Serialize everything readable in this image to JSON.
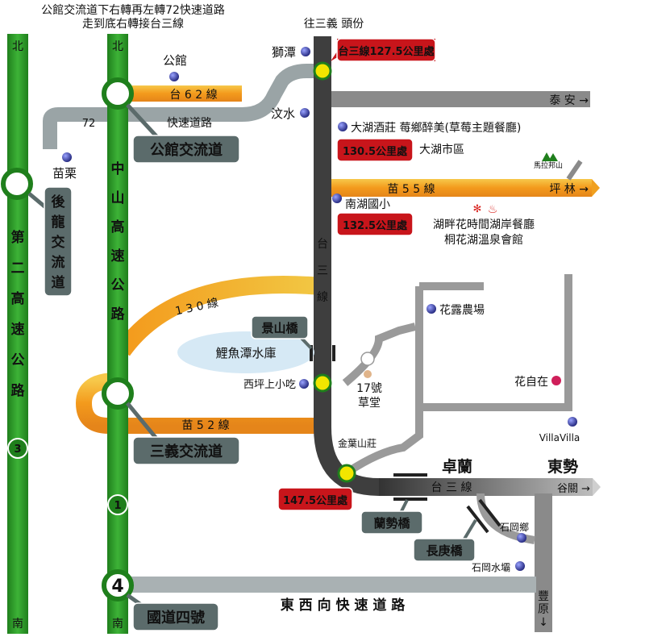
{
  "colors": {
    "freeway_green": "#2e9b2a",
    "freeway_edge": "#145e12",
    "road_gray": "#8a8a8a",
    "road_dark": "#3c3c3c",
    "road_orange": "#f39a1c",
    "callout_red": "#c8151b",
    "callout_gray": "#5b6b6b",
    "poi_blue": "#2a2f9a",
    "junction_yellow": "#f2e600",
    "lake_blue": "#d6e9f5",
    "pink_poi": "#cf1f5a"
  },
  "notes": {
    "line1": "公館交流道下右轉再左轉72快速道路",
    "line2": "走到底右轉接台三線"
  },
  "freeways": {
    "second": {
      "north": "北",
      "south": "南",
      "name_chars": [
        "第",
        "二",
        "高",
        "速",
        "公",
        "路"
      ],
      "shield": "3"
    },
    "zhongshan": {
      "north": "北",
      "south": "南",
      "name_chars": [
        "中",
        "山",
        "高",
        "速",
        "公",
        "路"
      ],
      "shield": "1"
    },
    "national4_shield": "4"
  },
  "roads": {
    "r62": "台 6 2 線",
    "r72": "72",
    "expressway": "快速道路",
    "taian": "泰 安 →",
    "r55": "苗 5 5 線",
    "pinglin": "坪 林 →",
    "r130": "1 3 0 線",
    "r52": "苗 5 2 線",
    "taisan_h": "台 三 線",
    "taisan_v": [
      "台",
      "三",
      "線"
    ],
    "guguan": "谷關 →",
    "dongxi": "東 西 向 快 速 道 路",
    "fengyuan": [
      "豐",
      "原",
      "↓"
    ],
    "to_north": "往三義 頭份"
  },
  "callouts": {
    "km1275": "台三線127.5公里處",
    "km1305": "130.5公里處",
    "km1325": "132.5公里處",
    "km1475": "147.5公里處",
    "gongguan_ic": "公館交流道",
    "houlong_ic": [
      "後",
      "龍",
      "交",
      "流",
      "道"
    ],
    "sanyi_ic": "三義交流道",
    "jingshan": "景山橋",
    "lanshi": "蘭勢橋",
    "changgeng": "長庚橋",
    "national4": "國道四號"
  },
  "places": {
    "gongguan": "公館",
    "shitan": "獅潭",
    "wenshui": "汶水",
    "miaoli": "苗栗",
    "dahu_winery": "大湖酒莊 莓鄉醉美(草莓主題餐廳)",
    "dahu_city": "大湖市區",
    "malabang": "馬拉邦山",
    "nanhu_school": "南湖國小",
    "lakeside1": "湖畔花時間湖岸餐廳",
    "lakeside2": "桐花湖溫泉會館",
    "liyutan": "鯉魚潭水庫",
    "hualu": "花露農場",
    "huazizai": "花自在",
    "xiping": "西坪上小吃",
    "tea17_a": "17號",
    "tea17_b": "草堂",
    "villa": "VillaVilla",
    "jinye": "金葉山莊",
    "zhuolan": "卓蘭",
    "dongshi": "東勢",
    "shigang_town": "石岡鄉",
    "shigang_dam": "石岡水壩"
  }
}
